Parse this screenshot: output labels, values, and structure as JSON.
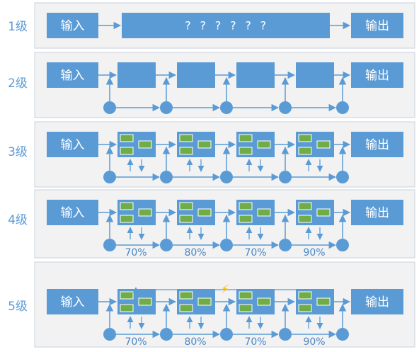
{
  "levels": [
    {
      "label": "1级"
    },
    {
      "label": "2级"
    },
    {
      "label": "3级"
    },
    {
      "label": "4级",
      "percents": [
        "70%",
        "80%",
        "70%",
        "90%"
      ]
    },
    {
      "label": "5级",
      "percents": [
        "70%",
        "80%",
        "70%",
        "90%"
      ]
    }
  ],
  "input_label": "输入",
  "output_label": "输出",
  "unknown_process": "? ? ? ? ? ?",
  "feedback_symbol": "⚡",
  "colors": {
    "panel_fill": "#f2f2f2",
    "panel_border": "#c8d2dc",
    "box_fill": "#5b9bd5",
    "box_border": "#4a86c6",
    "arrow": "#5b9bd5",
    "green": "#70ad47",
    "green_border": "#ffffff",
    "feedback_line": "#7f7f7f",
    "lightning": "#ffc000"
  }
}
